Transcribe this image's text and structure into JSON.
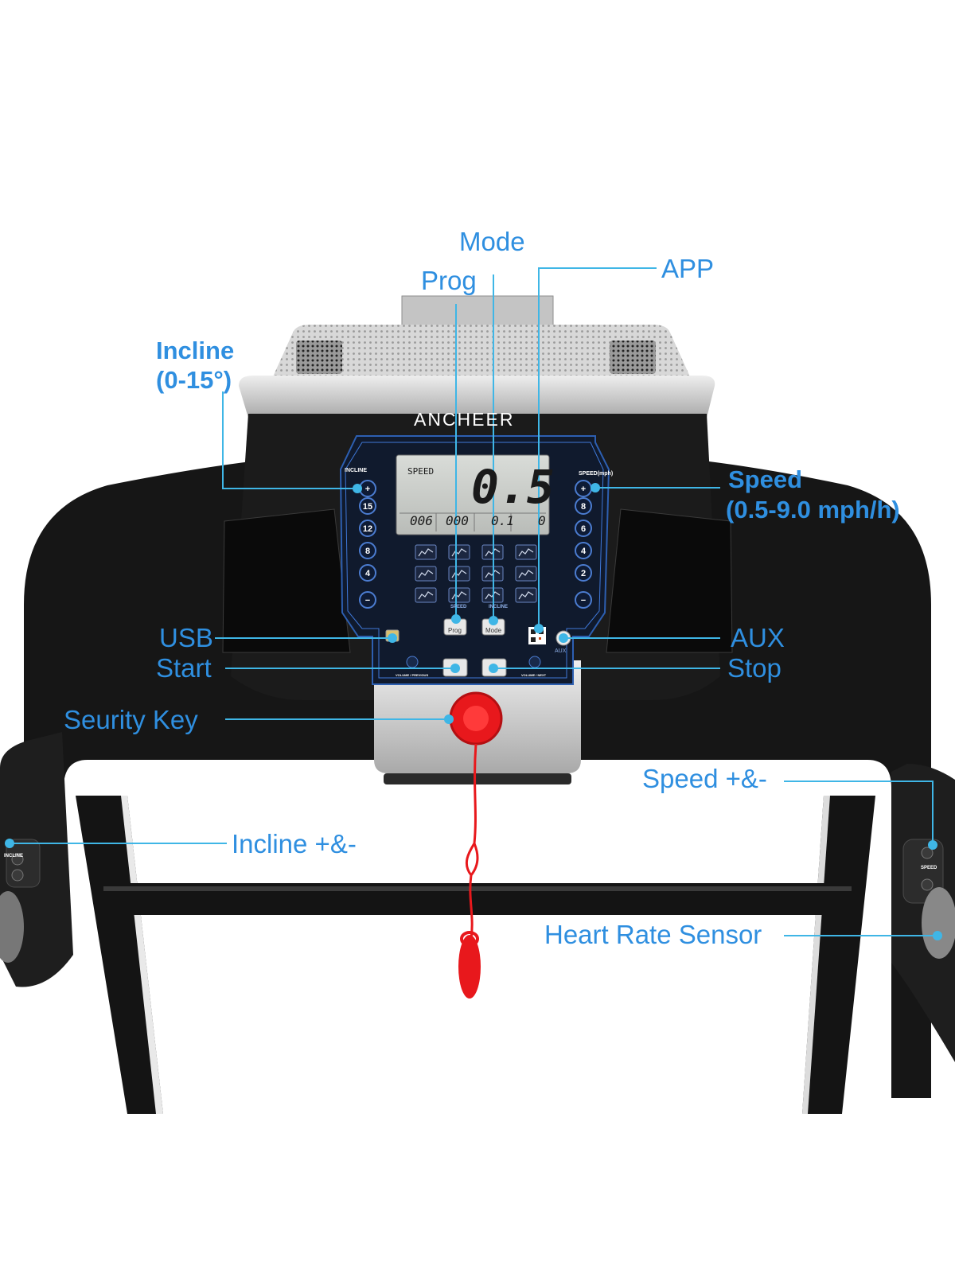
{
  "brand": "ANCHEER",
  "console": {
    "incline_label": "INCLINE",
    "speed_label": "SPEED(mph)",
    "incline_keys": [
      "15",
      "12",
      "8",
      "4"
    ],
    "speed_keys": [
      "8",
      "6",
      "4",
      "2"
    ],
    "lcd": {
      "mode_label": "SPEED",
      "main_value": "0.5",
      "readouts": [
        "006",
        "000",
        "0.1",
        "0"
      ]
    },
    "speed_caption": "SPEED",
    "incline_caption": "INCLINE",
    "prog_key": "Prog",
    "mode_key": "Mode",
    "aux_text": "AUX",
    "volume_prev": "VOLUME / PREVIOUS",
    "volume_next": "VOLUME / NEXT",
    "left_handle_label": "INCLINE",
    "right_handle_label": "SPEED"
  },
  "callouts": {
    "mode": "Mode",
    "prog": "Prog",
    "app": "APP",
    "incline_title": "Incline",
    "incline_range": "(0-15°)",
    "speed_title": "Speed",
    "speed_range": "(0.5-9.0 mph/h)",
    "usb": "USB",
    "start": "Start",
    "aux": "AUX",
    "stop": "Stop",
    "security_key": "Seurity Key",
    "speed_pm": "Speed +&-",
    "incline_pm": "Incline +&-",
    "heart_rate": "Heart Rate Sensor"
  },
  "colors": {
    "callout": "#2f8fe0",
    "leader": "#3fb6e6",
    "frame": "#141414",
    "key_red": "#e8181c"
  }
}
